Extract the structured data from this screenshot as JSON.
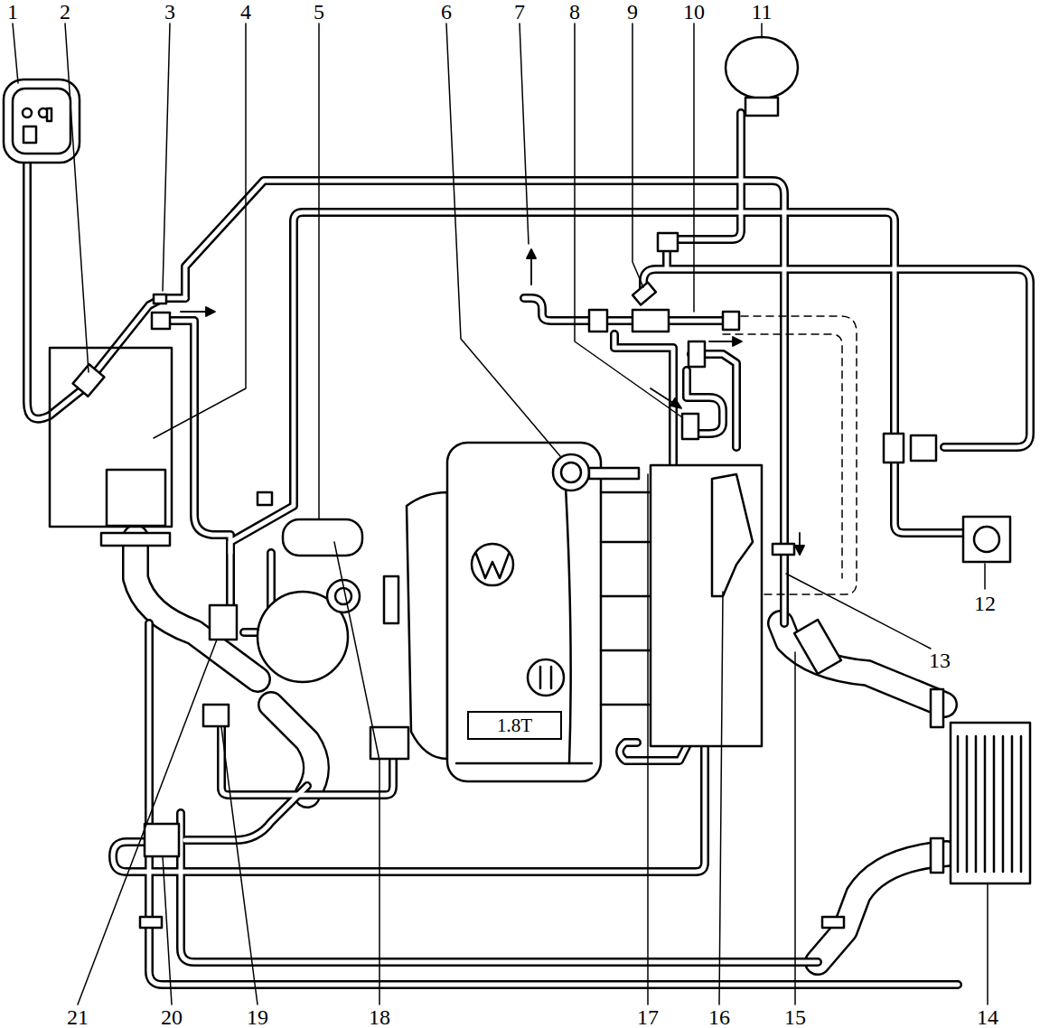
{
  "diagram": {
    "nodes": [
      {
        "text": [
          "1.8T"
        ]
      }
    ],
    "edges": [],
    "labels": [
      "1",
      "2",
      "3",
      "4",
      "5",
      "6",
      "7",
      "8",
      "9",
      "10",
      "11",
      "12",
      "13",
      "14",
      "15",
      "16",
      "17",
      "18",
      "19",
      "20",
      "21"
    ]
  }
}
